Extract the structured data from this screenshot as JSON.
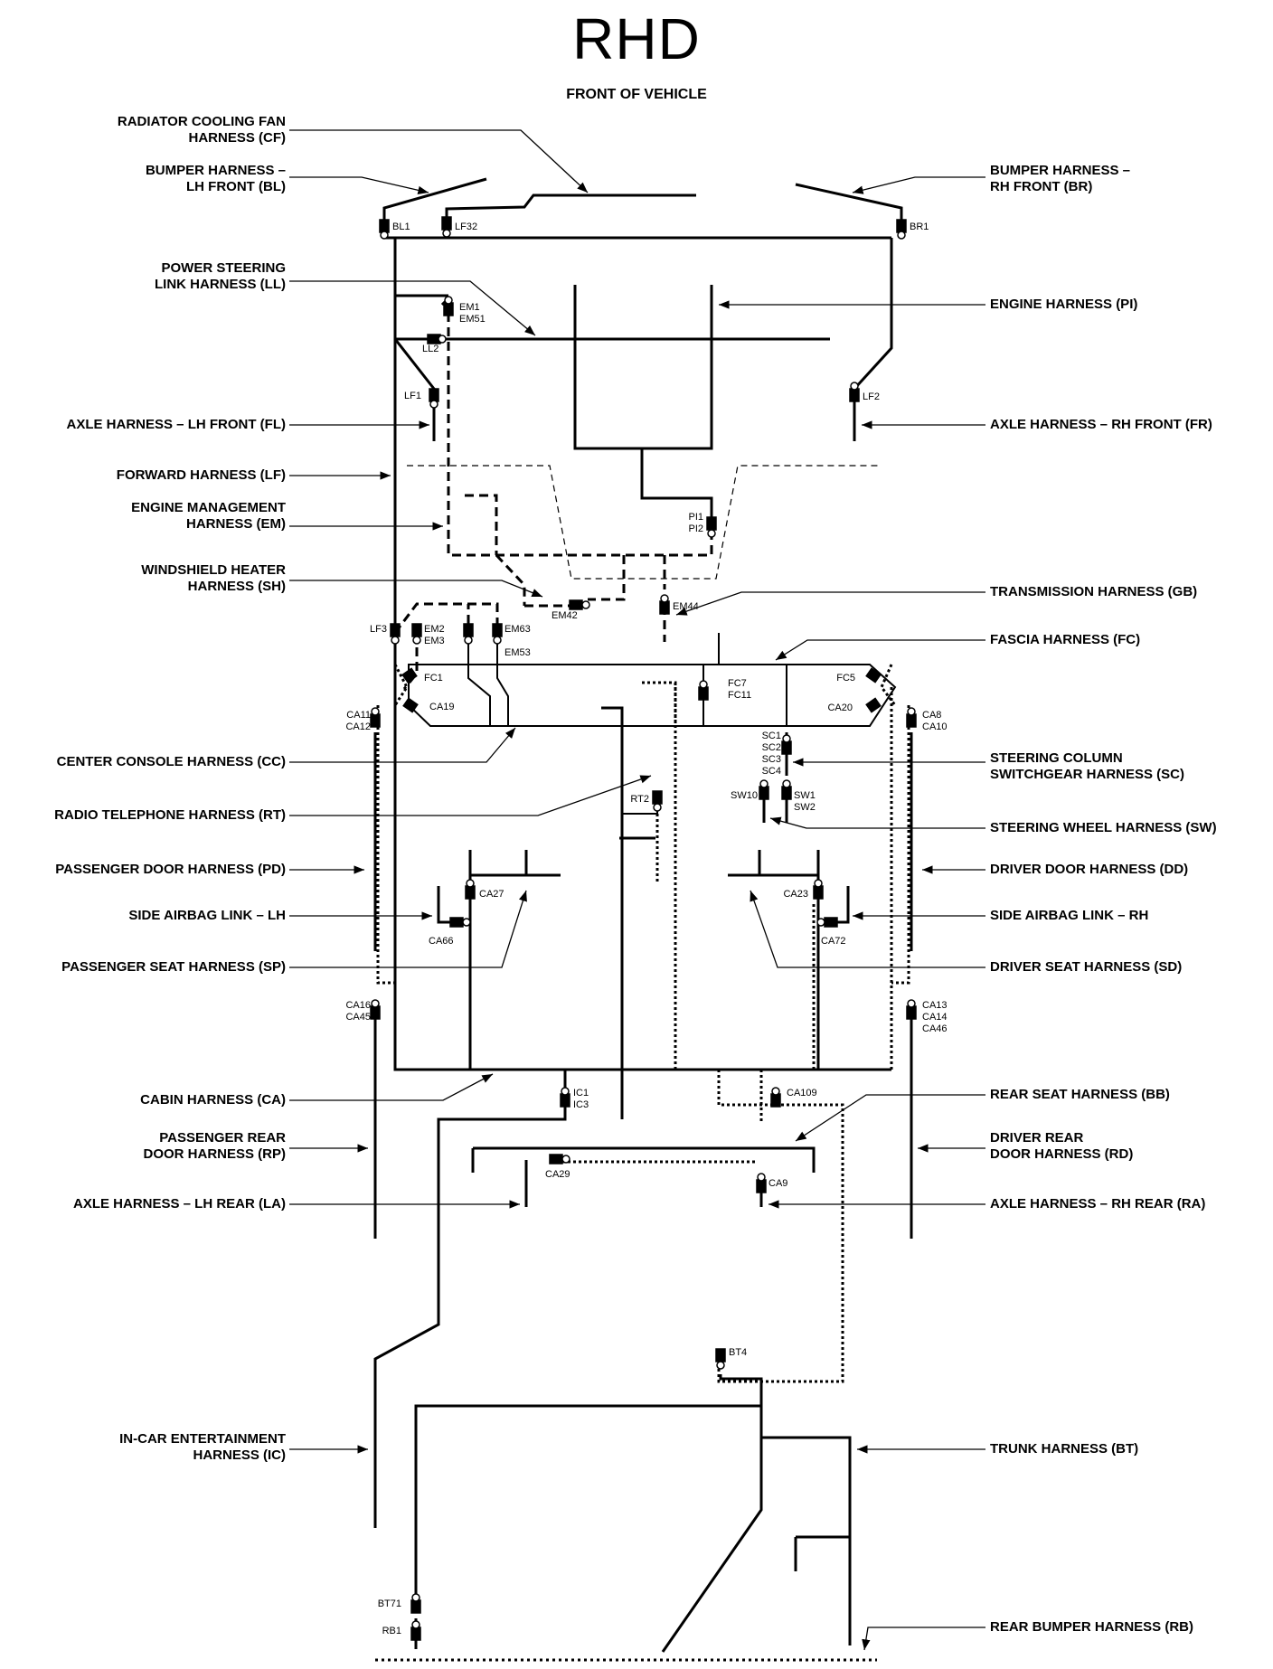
{
  "title": "RHD",
  "subtitle": "FRONT OF VEHICLE",
  "labels": {
    "cf": [
      "RADIATOR COOLING FAN",
      "HARNESS (CF)"
    ],
    "bl": [
      "BUMPER HARNESS –",
      "LH FRONT (BL)"
    ],
    "br": [
      "BUMPER HARNESS –",
      "RH FRONT (BR)"
    ],
    "ll": [
      "POWER STEERING",
      "LINK HARNESS (LL)"
    ],
    "pi": [
      "ENGINE HARNESS (PI)"
    ],
    "fl": [
      "AXLE HARNESS – LH FRONT (FL)"
    ],
    "fr": [
      "AXLE HARNESS – RH FRONT (FR)"
    ],
    "lf": [
      "FORWARD HARNESS (LF)"
    ],
    "em": [
      "ENGINE MANAGEMENT",
      "HARNESS (EM)"
    ],
    "sh": [
      "WINDSHIELD HEATER",
      "HARNESS (SH)"
    ],
    "gb": [
      "TRANSMISSION HARNESS (GB)"
    ],
    "fc": [
      "FASCIA HARNESS (FC)"
    ],
    "cc": [
      "CENTER CONSOLE HARNESS (CC)"
    ],
    "sc": [
      "STEERING COLUMN",
      "SWITCHGEAR HARNESS (SC)"
    ],
    "rt": [
      "RADIO TELEPHONE HARNESS (RT)"
    ],
    "sw": [
      "STEERING WHEEL HARNESS (SW)"
    ],
    "pd": [
      "PASSENGER DOOR HARNESS (PD)"
    ],
    "dd": [
      "DRIVER DOOR HARNESS (DD)"
    ],
    "sal": [
      "SIDE AIRBAG LINK – LH"
    ],
    "sar": [
      "SIDE AIRBAG LINK – RH"
    ],
    "sp": [
      "PASSENGER SEAT HARNESS (SP)"
    ],
    "sd": [
      "DRIVER SEAT HARNESS (SD)"
    ],
    "ca": [
      "CABIN HARNESS (CA)"
    ],
    "bb": [
      "REAR SEAT HARNESS (BB)"
    ],
    "rp": [
      "PASSENGER REAR",
      "DOOR HARNESS (RP)"
    ],
    "rd": [
      "DRIVER REAR",
      "DOOR HARNESS (RD)"
    ],
    "la": [
      "AXLE HARNESS – LH REAR (LA)"
    ],
    "ra": [
      "AXLE HARNESS – RH REAR (RA)"
    ],
    "ic": [
      "IN-CAR ENTERTAINMENT",
      "HARNESS (IC)"
    ],
    "bt": [
      "TRUNK HARNESS (BT)"
    ],
    "rb": [
      "REAR BUMPER HARNESS (RB)"
    ]
  },
  "connectors": {
    "bl1": [
      "BL1"
    ],
    "lf32": [
      "LF32"
    ],
    "br1": [
      "BR1"
    ],
    "em1": [
      "EM1",
      "EM51"
    ],
    "ll2": [
      "LL2"
    ],
    "lf1": [
      "LF1"
    ],
    "lf2": [
      "LF2"
    ],
    "pi": [
      "PI1",
      "PI2"
    ],
    "em42": [
      "EM42"
    ],
    "em44": [
      "EM44"
    ],
    "lf3": [
      "LF3"
    ],
    "em2": [
      "EM2",
      "EM3"
    ],
    "em63": [
      "EM63"
    ],
    "em53": [
      "EM53"
    ],
    "fc1": [
      "FC1"
    ],
    "ca19": [
      "CA19"
    ],
    "fc7": [
      "FC7",
      "FC11"
    ],
    "fc5": [
      "FC5"
    ],
    "ca20": [
      "CA20"
    ],
    "ca11": [
      "CA11",
      "CA12"
    ],
    "ca8": [
      "CA8",
      "CA10"
    ],
    "sc": [
      "SC1",
      "SC2",
      "SC3",
      "SC4"
    ],
    "sw10": [
      "SW10"
    ],
    "sw1": [
      "SW1",
      "SW2"
    ],
    "rt2": [
      "RT2"
    ],
    "ca27": [
      "CA27"
    ],
    "ca66": [
      "CA66"
    ],
    "ca23": [
      "CA23"
    ],
    "ca72": [
      "CA72"
    ],
    "ca16": [
      "CA16",
      "CA45"
    ],
    "ca13": [
      "CA13",
      "CA14",
      "CA46"
    ],
    "ic1": [
      "IC1",
      "IC3"
    ],
    "ca109": [
      "CA109"
    ],
    "ca29": [
      "CA29"
    ],
    "ca9": [
      "CA9"
    ],
    "bt4": [
      "BT4"
    ],
    "bt71": [
      "BT71"
    ],
    "rb1": [
      "RB1"
    ]
  }
}
